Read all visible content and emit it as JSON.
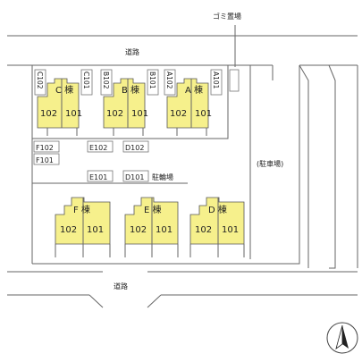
{
  "labels": {
    "garbage": "ゴミ置場",
    "road_top": "道路",
    "road_bottom": "道路",
    "parking": "(駐車場)",
    "bicycle": "駐輪場",
    "bldg_c": "C 棟",
    "bldg_b": "B 棟",
    "bldg_a": "A 棟",
    "bldg_f": "F 棟",
    "bldg_e": "E 棟",
    "bldg_d": "D 棟"
  },
  "units": {
    "c102": "102",
    "c101": "101",
    "b102": "102",
    "b101": "101",
    "a102": "102",
    "a101": "101",
    "f102": "102",
    "f101": "101",
    "e102": "102",
    "e101": "101",
    "d102": "102",
    "d101": "101"
  },
  "boxes": {
    "C102": "C102",
    "C101": "C101",
    "B102": "B102",
    "B101": "B101",
    "A102": "A102",
    "A101": "A101",
    "F102": "F102",
    "F101": "F101",
    "E102": "E102",
    "D102": "D102",
    "E101": "E101",
    "D101": "D101"
  },
  "colors": {
    "building": "#f6f08c",
    "line": "#666666"
  },
  "icons": {
    "north": "north-arrow-icon"
  }
}
